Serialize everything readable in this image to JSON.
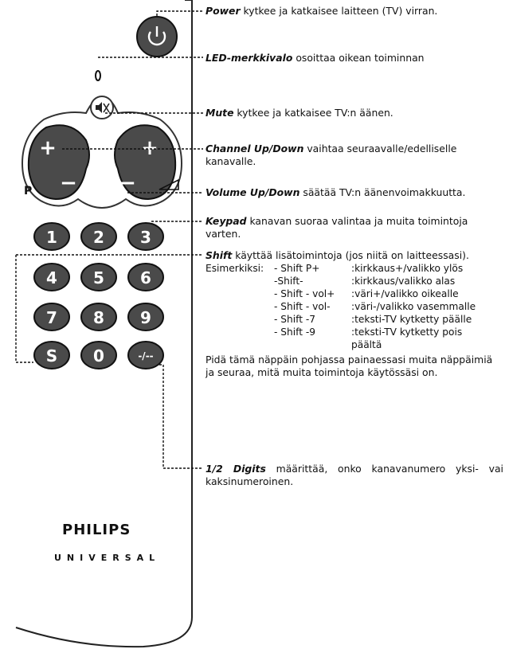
{
  "remote": {
    "p_label": "P",
    "keys": [
      "1",
      "2",
      "3",
      "4",
      "5",
      "6",
      "7",
      "8",
      "9",
      "S",
      "0",
      "-/--"
    ],
    "brand": "PHILIPS",
    "model": "UNIVERSAL",
    "plus": "+",
    "minus": "−"
  },
  "callouts": {
    "power": {
      "term": "Power",
      "text": " kytkee ja katkaisee laitteen (TV) virran."
    },
    "led": {
      "term": "LED-merkkivalo",
      "text": " osoittaa oikean toiminnan"
    },
    "mute": {
      "term": "Mute",
      "text": " kytkee ja katkaisee TV:n äänen."
    },
    "channel": {
      "term": "Channel Up/Down",
      "text": " vaihtaa seuraavalle/edelliselle kanavalle."
    },
    "volume": {
      "term": "Volume Up/Down",
      "text": " säätää TV:n äänenvoimakkuutta."
    },
    "keypad": {
      "term": "Keypad",
      "text": " kanavan suoraa valintaa ja muita toimintoja varten."
    },
    "shift": {
      "term": "Shift",
      "text": " käyttää lisätoimintoja (jos niitä on laitteessasi).",
      "examples_label": "Esimerkiksi:",
      "examples": [
        {
          "combo": "- Shift P+",
          "effect": ":kirkkaus+/valikko ylös"
        },
        {
          "combo": "-Shift-",
          "effect": ":kirkkaus/valikko alas"
        },
        {
          "combo": "- Shift - vol+",
          "effect": ":väri+/valikko oikealle"
        },
        {
          "combo": "- Shift - vol-",
          "effect": ":väri-/valikko vasemmalle"
        },
        {
          "combo": "- Shift -7",
          "effect": ":teksti-TV kytketty päälle"
        },
        {
          "combo": "- Shift -9",
          "effect": ":teksti-TV kytketty pois"
        }
      ],
      "examples_cont": "päältä",
      "note": "Pidä tämä näppäin pohjassa painaessasi muita näppäimiä ja seuraa, mitä muita toimintoja käytössäsi on."
    },
    "digits": {
      "term": "1/2 Digits",
      "text": " määrittää, onko kanavanumero yksi- vai kaksinumeroinen."
    }
  }
}
